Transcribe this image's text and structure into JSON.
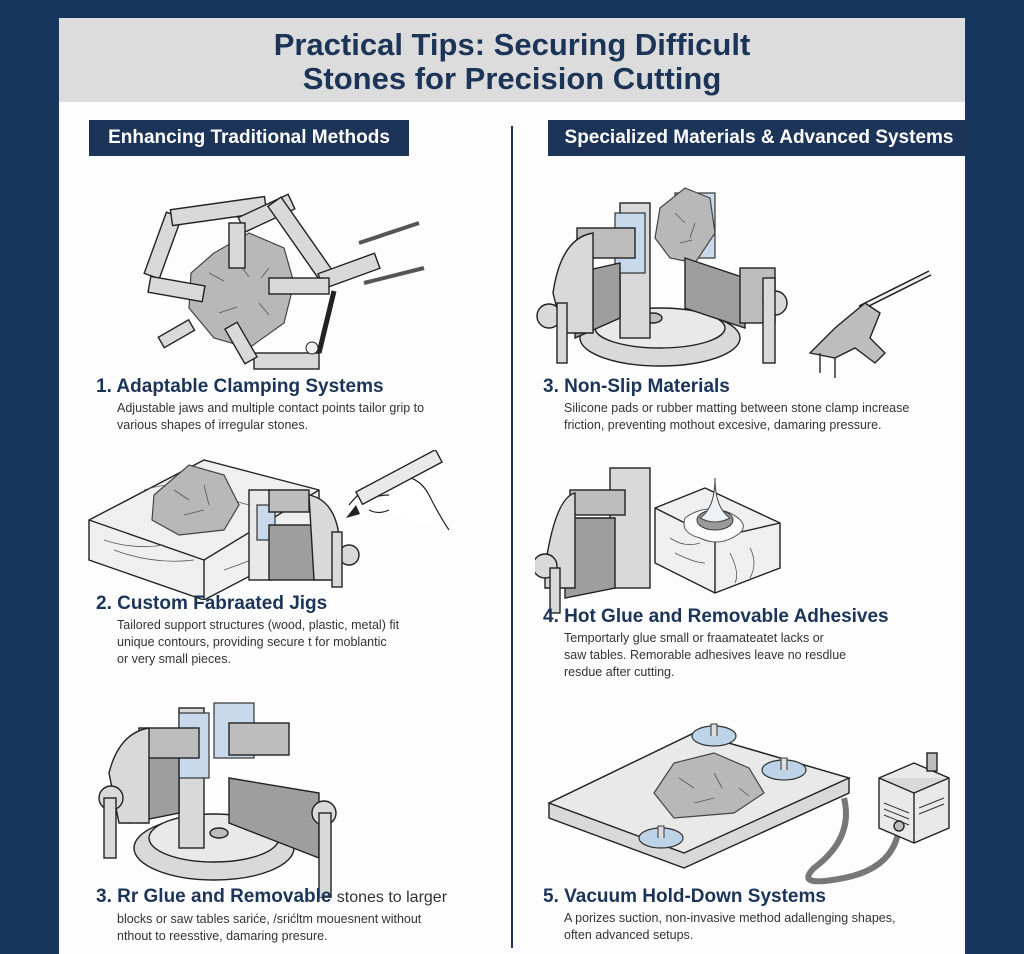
{
  "header": {
    "title_line1": "Practical Tips: Securing Difficult",
    "title_line2": "Stones for Precision Cutting"
  },
  "colors": {
    "navy": "#17365d",
    "heading": "#1b3457",
    "title_band": "#dcdcdc",
    "pad_blue": "#c7d9ea"
  },
  "left_section": {
    "heading": "Enhancing Traditional Methods",
    "items": [
      {
        "title": "1. Adaptable Clamping Systems",
        "lines": [
          "Adjustable jaws and multiple contact points tailor grip to",
          "various shapes of irregular stones."
        ],
        "illustration": "articulated-clamp-holding-stone"
      },
      {
        "title": "2. Custom Fabraated Jigs",
        "lines": [
          "Tailored support structures (wood, plastic, metal) fit",
          "unique contours, providing secure t for moblantic",
          "or very small pieces."
        ],
        "illustration": "wooden-jig-with-vise-and-hand-marking"
      },
      {
        "title": "3. Rr Glue and Removable",
        "title_suffix": "stones to larger",
        "lines": [
          "blocks or saw tables sariće, /srićltm mouesnent without",
          "nthout to reesstive, damaring presure."
        ],
        "illustration": "rotating-vise-with-padded-jaws"
      }
    ]
  },
  "right_section": {
    "heading": "Specialized Materials & Advanced Systems",
    "items": [
      {
        "title": "3. Non-Slip Materials",
        "lines": [
          "Silicone pads or rubber matting between stone clamp increase",
          "friction, preventing mothout excesive, damaring pressure."
        ],
        "illustration": "vise-with-silicone-pads-and-glue-gun"
      },
      {
        "title": "4. Hot Glue and Removable Adhesives",
        "lines": [
          "Temportarly glue small or fraamateatet lacks or",
          "saw tables. Remorable adhesives leave no resdlue",
          "resdue after cutting."
        ],
        "illustration": "vise-with-glued-wood-block"
      },
      {
        "title": "5. Vacuum Hold-Down Systems",
        "lines": [
          "A porizes suction, non-invasive method adallenging shapes,",
          "often advanced setups."
        ],
        "illustration": "vacuum-plate-with-suction-cups-and-pump"
      }
    ]
  }
}
